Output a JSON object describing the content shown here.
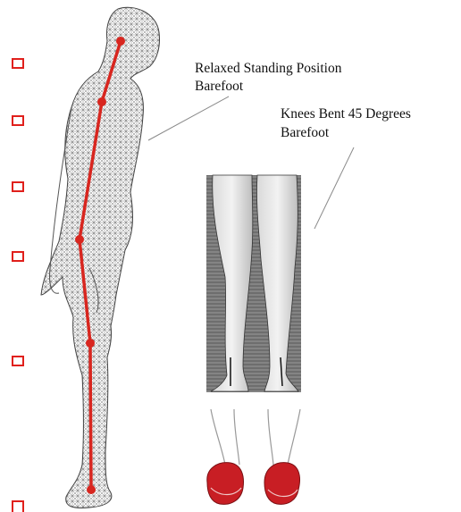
{
  "labels": {
    "standing": {
      "line1": "Relaxed Standing Position",
      "line2": "Barefoot"
    },
    "knees": {
      "line1": "Knees Bent 45 Degrees",
      "line2": "Barefoot"
    }
  },
  "colors": {
    "marker": "#e0201c",
    "posture_line": "#d8261f",
    "wireframe": "#5a5a5a",
    "shoe": "#c81e24"
  },
  "figures": {
    "wireframe_body": "wireframe-human-side-view",
    "legs_photo": "legs-rear-view-photo",
    "feet_icon": "feet-in-red-shoes"
  }
}
